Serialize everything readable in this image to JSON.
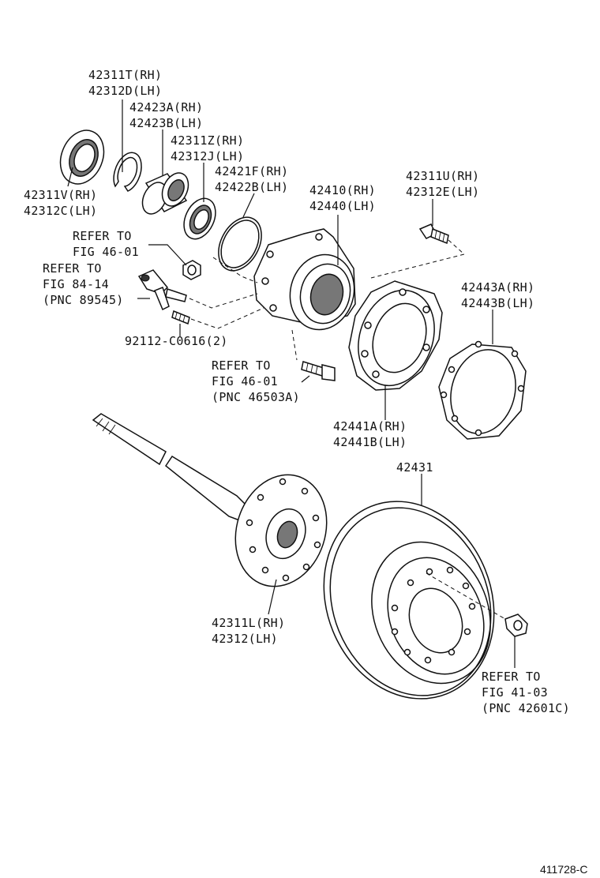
{
  "figure_id": "411728-C",
  "labels": {
    "seal_outer": [
      "42311T(RH)",
      "42312D(LH)"
    ],
    "bearing": [
      "42423A(RH)",
      "42423B(LH)"
    ],
    "seal_inner": [
      "42311Z(RH)",
      "42312J(LH)"
    ],
    "oring": [
      "42421F(RH)",
      "42422B(LH)"
    ],
    "hub": [
      "42410(RH)",
      "42440(LH)"
    ],
    "bolt_top": [
      "42311U(RH)",
      "42312E(LH)"
    ],
    "oil_seal": [
      "42311V(RH)",
      "42312C(LH)"
    ],
    "refer_nut": [
      "REFER TO",
      "FIG 46-01"
    ],
    "refer_sensor": [
      "REFER TO",
      "FIG 84-14",
      "(PNC 89545)"
    ],
    "stud": "92112-C0616(2)",
    "refer_bolt": [
      "REFER TO",
      "FIG 46-01",
      "(PNC 46503A)"
    ],
    "gasket": [
      "42443A(RH)",
      "42443B(LH)"
    ],
    "backing_plate": [
      "42441A(RH)",
      "42441B(LH)"
    ],
    "disc": "42431",
    "axle_shaft": [
      "42311L(RH)",
      "42312(LH)"
    ],
    "refer_hubnut": [
      "REFER TO",
      "FIG 41-03",
      "(PNC 42601C)"
    ]
  }
}
